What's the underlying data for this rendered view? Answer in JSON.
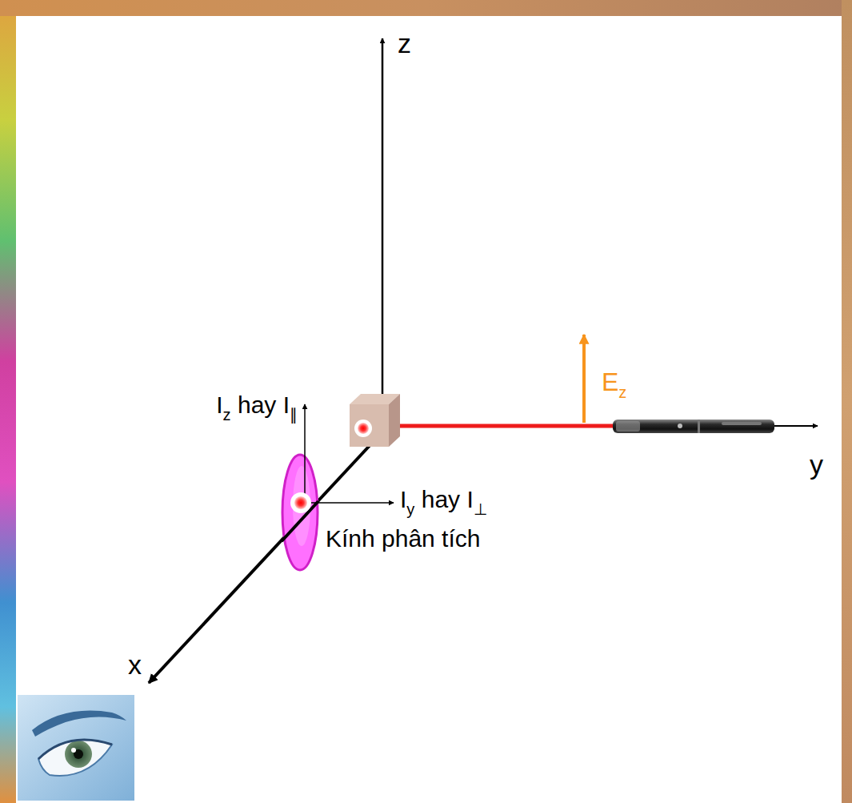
{
  "diagram": {
    "labels": [
      "z",
      "E",
      "z",
      "I",
      "z",
      "hay I",
      "∥",
      "y",
      "I",
      "y",
      "hay I",
      "⊥",
      "Kính phân tích",
      "x"
    ]
  }
}
